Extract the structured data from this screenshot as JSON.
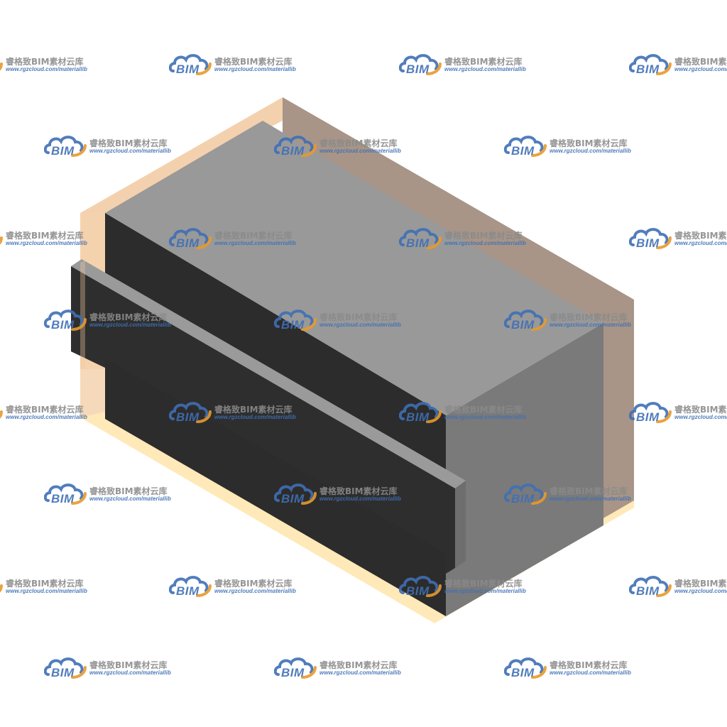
{
  "watermark": {
    "logo_text": "BIM",
    "brand_text": "睿格致BIM素材云库",
    "url_text": "www.rgzcloud.com/materiallib"
  },
  "colors": {
    "background": "#ffffff",
    "envelope_front": "#f2c9a0",
    "envelope_right": "#9e8a7a",
    "envelope_bottom": "#ffe9b8",
    "block_top": "#999999",
    "block_front": "#2c2c2c",
    "block_right": "#7a7a7a",
    "watermark_blue": "#3f6fb5",
    "watermark_orange": "#e89a2c",
    "watermark_gray": "#8a8a8a"
  },
  "icons": [
    "cloud-logo-icon"
  ]
}
